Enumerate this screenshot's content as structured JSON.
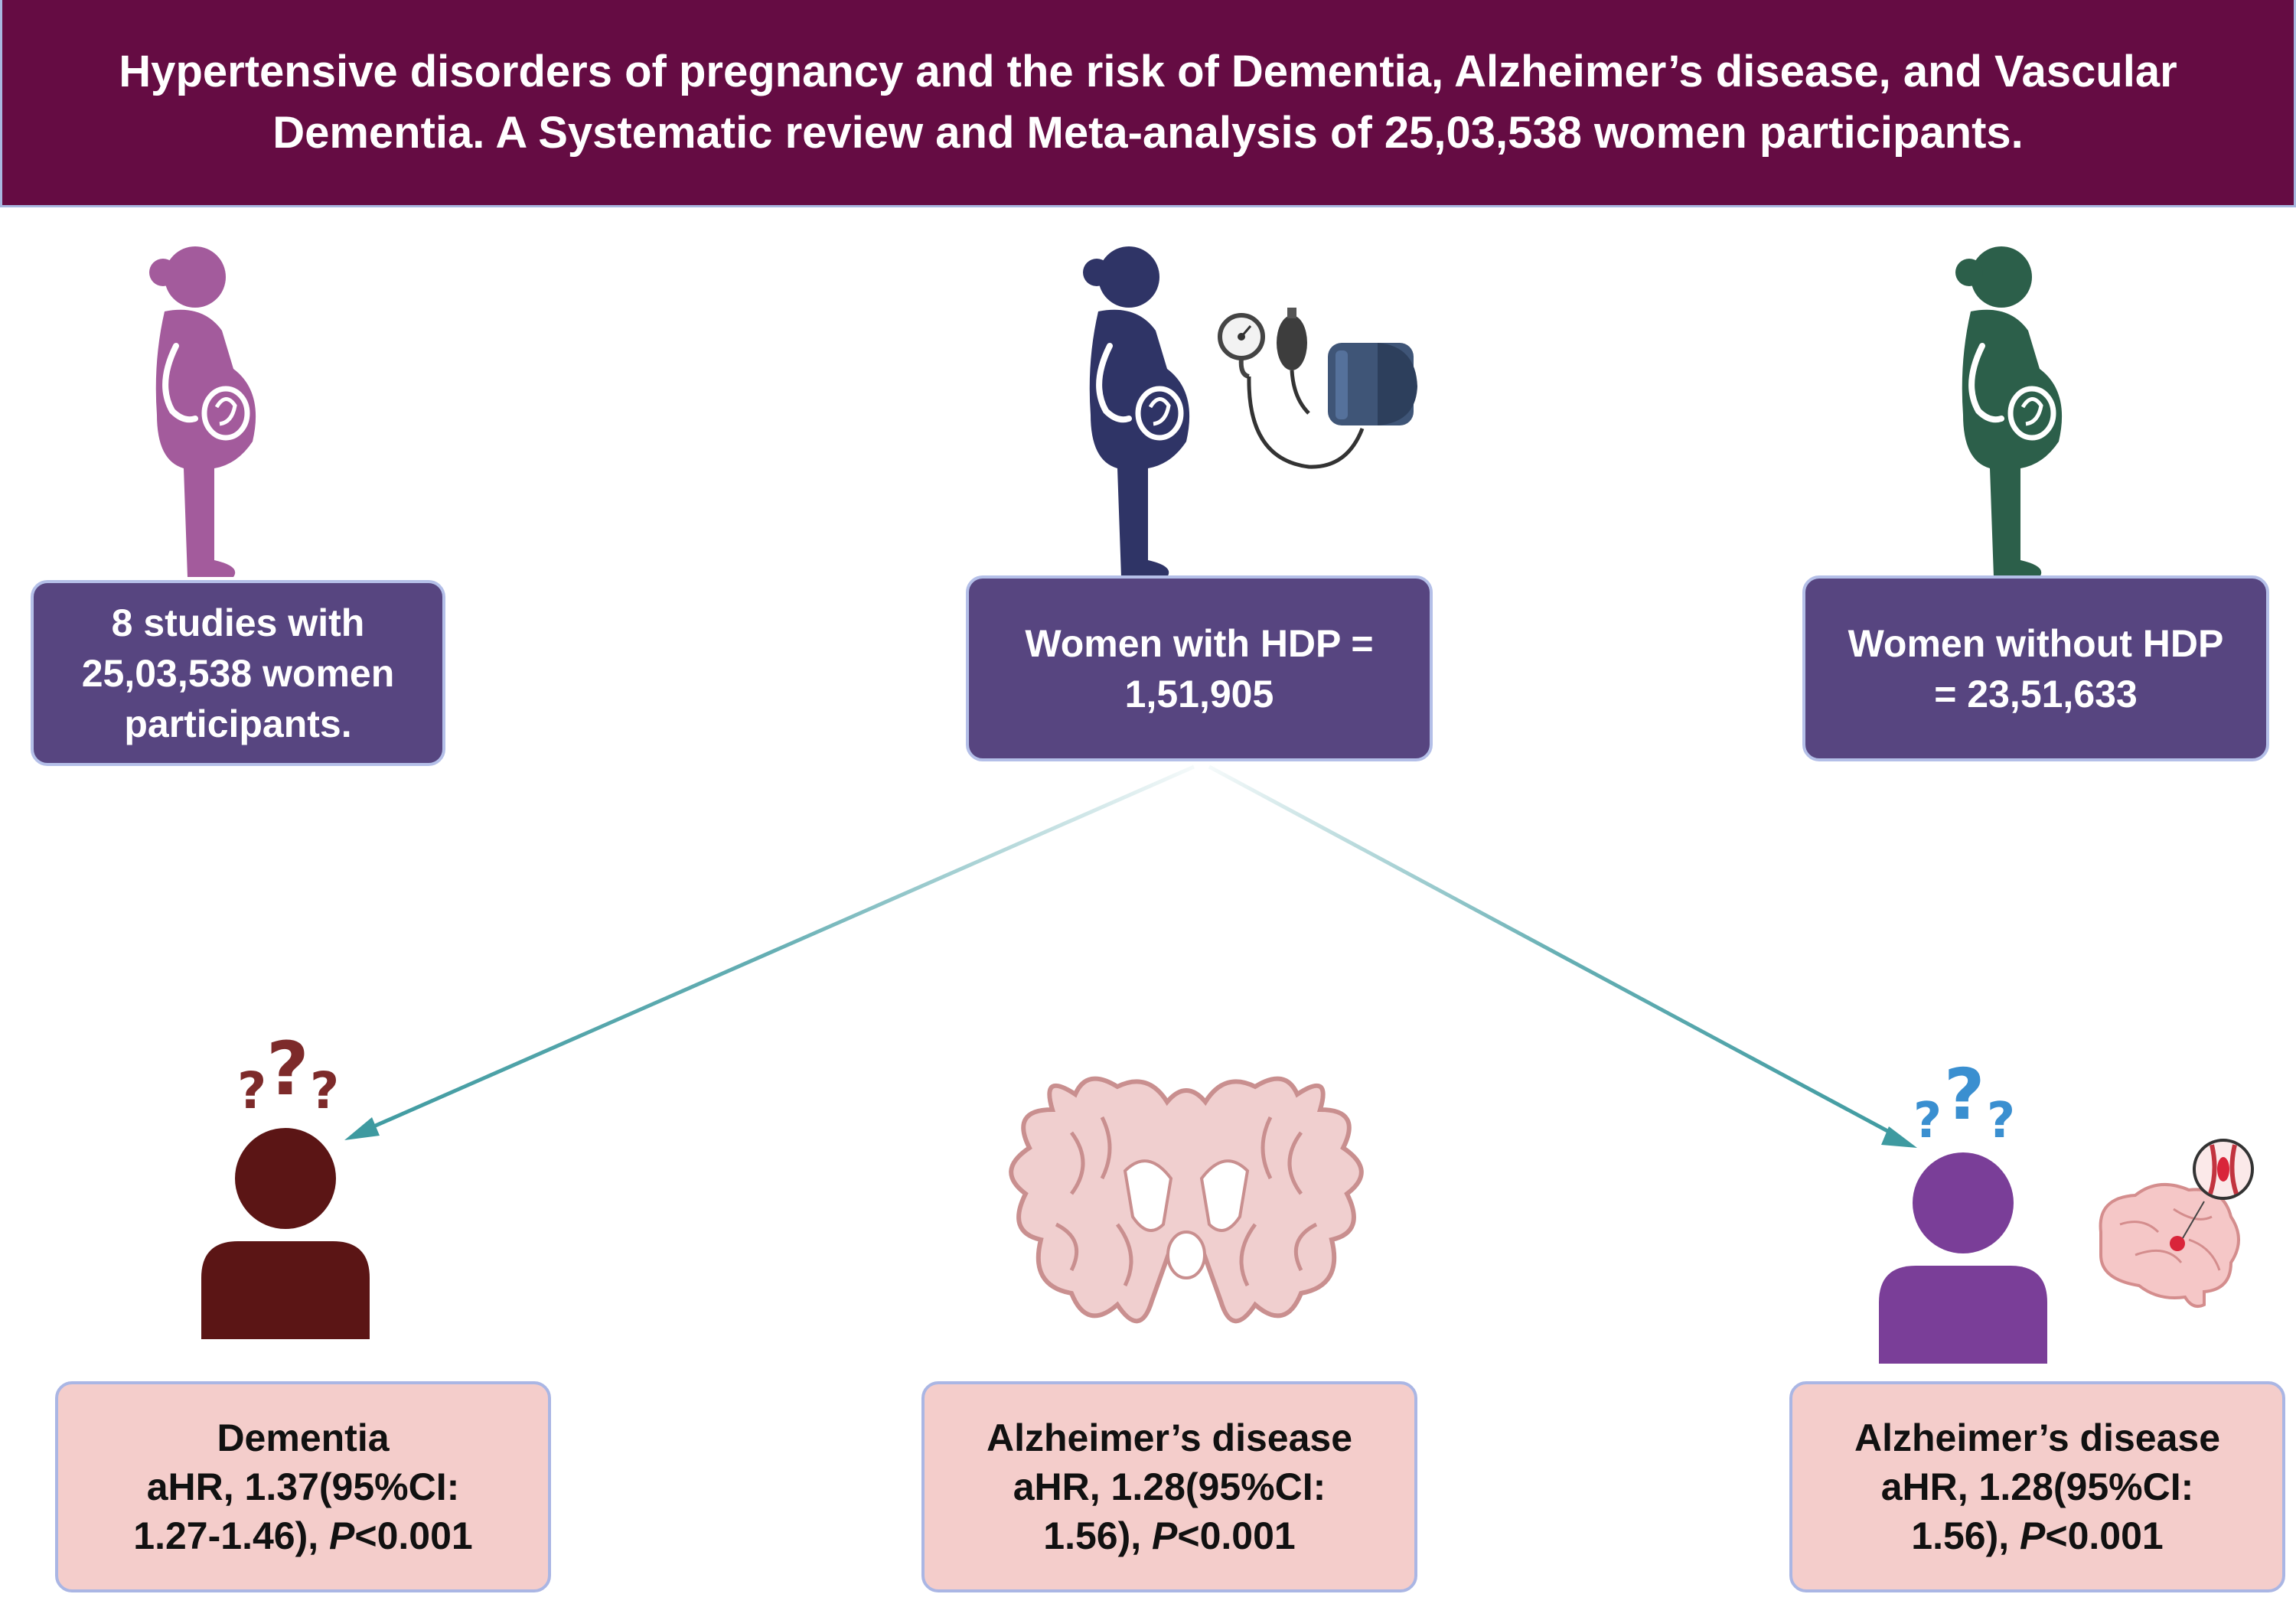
{
  "header": {
    "title": "Hypertensive disorders of pregnancy and the risk of Dementia, Alzheimer’s disease, and Vascular Dementia. A Systematic review and Meta-analysis of 25,03,538 women participants."
  },
  "top_boxes": {
    "studies": {
      "line1": "8 studies with",
      "line2": "25,03,538 women",
      "line3": "participants."
    },
    "with_hdp": {
      "line1": "Women with HDP =",
      "line2": "1,51,905"
    },
    "without_hdp": {
      "line1": "Women without HDP",
      "line2": "= 23,51,633"
    }
  },
  "outcomes": [
    {
      "name": "Dementia",
      "stat": "aHR, 1.37(95%CI:",
      "ci_close": "1.27-1.46), ",
      "p_label": "P",
      "p_value": "<0.001"
    },
    {
      "name": "Alzheimer’s disease",
      "stat": "aHR, 1.28(95%CI:",
      "ci_close": "1.56), ",
      "p_label": "P",
      "p_value": "<0.001"
    },
    {
      "name": "Alzheimer’s disease",
      "stat": "aHR, 1.28(95%CI:",
      "ci_close": "1.56), ",
      "p_label": "P",
      "p_value": "<0.001"
    }
  ],
  "icons": {
    "left_figure": "pregnant-woman-icon",
    "center_figure": "pregnant-woman-icon",
    "bp_device": "blood-pressure-monitor-icon",
    "right_figure": "pregnant-woman-icon",
    "dementia_person": "person-question-icon",
    "brain_section": "brain-coronal-section-icon",
    "vascular_person": "person-question-icon",
    "vascular_brain": "brain-vessel-icon"
  },
  "colors": {
    "header_bg": "#650c43",
    "box_purple": "#574580",
    "box_pink": "#f4cdcb",
    "arrow": "#3e9aa0",
    "pregnant_left": "#a35b9c",
    "pregnant_center": "#2f3466",
    "pregnant_right": "#2c5f4a",
    "dementia_person": "#5b1515",
    "vascular_person": "#7a3e98",
    "question_blue": "#3a8fd0"
  }
}
